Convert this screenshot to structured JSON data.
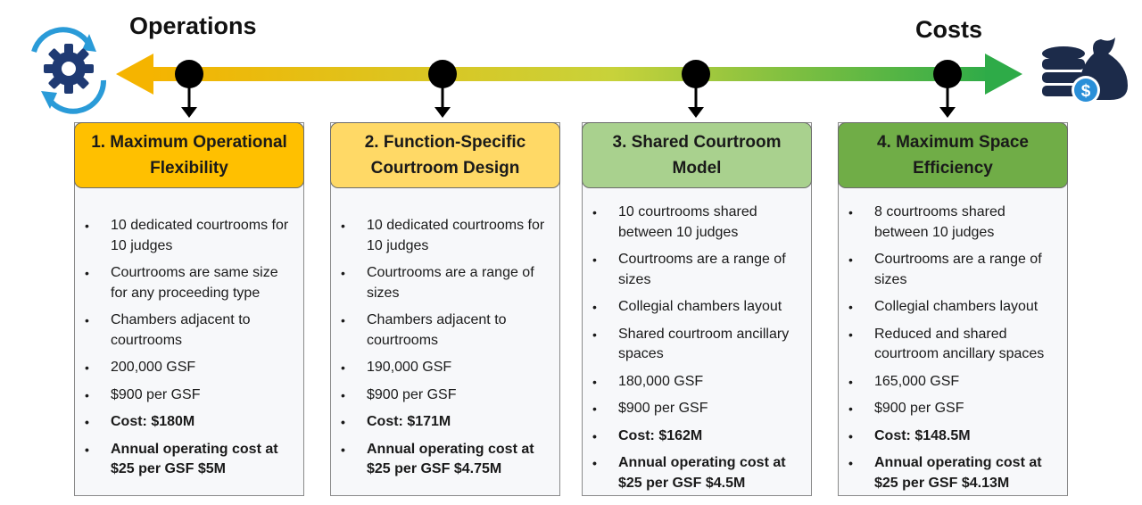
{
  "axis": {
    "left_label": "Operations",
    "right_label": "Costs"
  },
  "icons": {
    "left": "gear-cycle-icon",
    "right": "money-stack-bag-icon"
  },
  "colors": {
    "gradient_start": "#f5b400",
    "gradient_mid": "#c8d23a",
    "gradient_end": "#2eab48",
    "icon_gear": "#1f3a73",
    "icon_ring": "#2a9bd8",
    "icon_money_dark": "#1c2b4a",
    "icon_money_blue": "#2a8fd8"
  },
  "cards": [
    {
      "title": "1. Maximum Operational Flexibility",
      "header_color": "#ffc000",
      "items": [
        {
          "text": "10 dedicated courtrooms for 10 judges",
          "bold": false
        },
        {
          "text": "Courtrooms are same size for any proceeding type",
          "bold": false
        },
        {
          "text": "Chambers adjacent to courtrooms",
          "bold": false
        },
        {
          "text": "200,000 GSF",
          "bold": false
        },
        {
          "text": "$900 per GSF",
          "bold": false
        },
        {
          "text": "Cost: $180M",
          "bold": true
        },
        {
          "text": "Annual operating cost at $25 per GSF $5M",
          "bold": true
        }
      ]
    },
    {
      "title": "2. Function-Specific Courtroom Design",
      "header_color": "#ffd966",
      "items": [
        {
          "text": "10 dedicated courtrooms for 10 judges",
          "bold": false
        },
        {
          "text": "Courtrooms are a range of sizes",
          "bold": false
        },
        {
          "text": "Chambers adjacent to courtrooms",
          "bold": false
        },
        {
          "text": "190,000 GSF",
          "bold": false
        },
        {
          "text": "$900 per GSF",
          "bold": false
        },
        {
          "text": "Cost: $171M",
          "bold": true
        },
        {
          "text": "Annual operating cost at $25 per GSF $4.75M",
          "bold": true
        }
      ]
    },
    {
      "title": "3. Shared Courtroom Model",
      "header_color": "#a9d18e",
      "items": [
        {
          "text": "10 courtrooms shared between 10 judges",
          "bold": false
        },
        {
          "text": "Courtrooms are a range of sizes",
          "bold": false
        },
        {
          "text": "Collegial chambers layout",
          "bold": false
        },
        {
          "text": "Shared courtroom ancillary spaces",
          "bold": false
        },
        {
          "text": "180,000 GSF",
          "bold": false
        },
        {
          "text": "$900 per GSF",
          "bold": false
        },
        {
          "text": "Cost: $162M",
          "bold": true
        },
        {
          "text": "Annual operating cost at $25 per GSF $4.5M",
          "bold": true
        }
      ]
    },
    {
      "title": "4. Maximum Space Efficiency",
      "header_color": "#70ad47",
      "items": [
        {
          "text": "8 courtrooms shared between 10 judges",
          "bold": false
        },
        {
          "text": "Courtrooms are a range of sizes",
          "bold": false
        },
        {
          "text": "Collegial chambers layout",
          "bold": false
        },
        {
          "text": "Reduced and shared courtroom ancillary spaces",
          "bold": false
        },
        {
          "text": "165,000 GSF",
          "bold": false
        },
        {
          "text": "$900 per GSF",
          "bold": false
        },
        {
          "text": "Cost: $148.5M",
          "bold": true
        },
        {
          "text": "Annual operating cost at $25 per GSF $4.13M",
          "bold": true
        }
      ]
    }
  ]
}
